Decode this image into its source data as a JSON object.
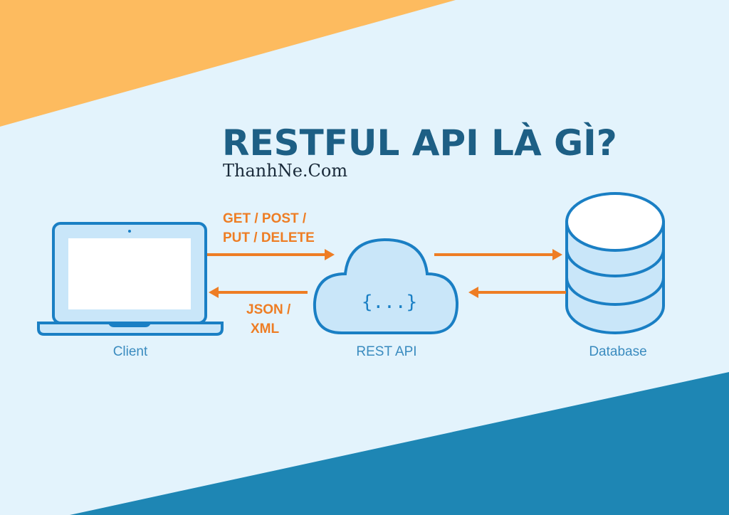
{
  "title": "RESTFUL API LÀ GÌ?",
  "site": "ThanhNe.Com",
  "request_methods": [
    "GET / POST /",
    "PUT / DELETE"
  ],
  "response_formats": [
    "JSON /",
    "XML"
  ],
  "nodes": {
    "client": "Client",
    "api": "REST API",
    "api_symbol": "{...}",
    "database": "Database"
  },
  "colors": {
    "background": "#e3f3fc",
    "orange_band": "#fdbb5f",
    "blue_band": "#1e86b4",
    "title": "#1d5f85",
    "arrow": "#ee7d24",
    "icon_stroke": "#1a7fc4"
  }
}
